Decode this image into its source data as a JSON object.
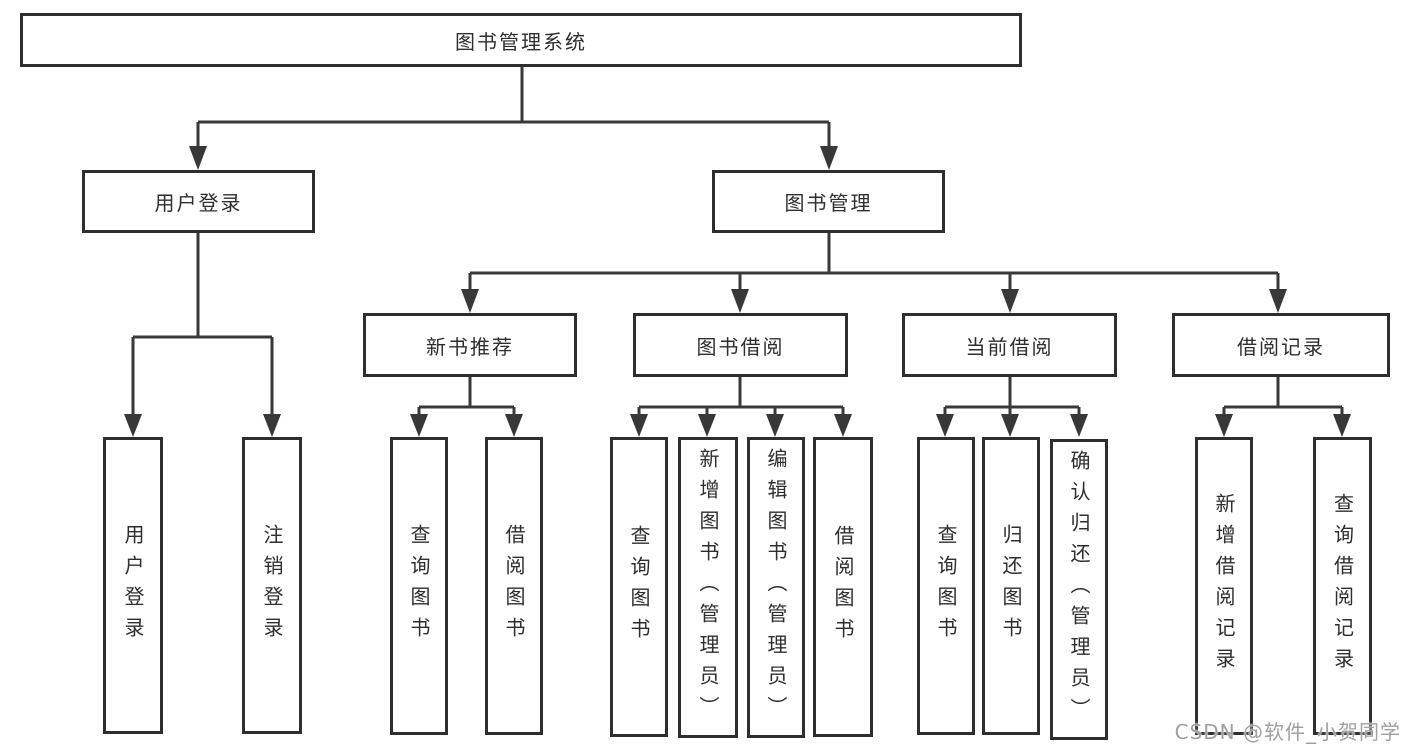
{
  "diagram_title": "图书管理系统",
  "nodes": {
    "root": "图书管理系统",
    "user_login": "用户登录",
    "book_management": "图书管理",
    "new_book_recommend": "新书推荐",
    "book_borrowing": "图书借阅",
    "current_borrowing": "当前借阅",
    "borrowing_records": "借阅记录",
    "leaf_user_login": "用户登录",
    "leaf_logout": "注销登录",
    "nb_query_books": "查询图书",
    "nb_borrow_books": "借阅图书",
    "bb_query_books": "查询图书",
    "bb_add_books_admin": "新增图书（管理员）",
    "bb_edit_books_admin": "编辑图书（管理员）",
    "bb_borrow_books": "借阅图书",
    "cb_query_books": "查询图书",
    "cb_return_books": "归还图书",
    "cb_confirm_return_admin": "确认归还（管理员）",
    "br_add_record": "新增借阅记录",
    "br_query_record": "查询借阅记录"
  },
  "hierarchy": {
    "图书管理系统": {
      "用户登录": [
        "用户登录",
        "注销登录"
      ],
      "图书管理": {
        "新书推荐": [
          "查询图书",
          "借阅图书"
        ],
        "图书借阅": [
          "查询图书",
          "新增图书（管理员）",
          "编辑图书（管理员）",
          "借阅图书"
        ],
        "当前借阅": [
          "查询图书",
          "归还图书",
          "确认归还（管理员）"
        ],
        "借阅记录": [
          "新增借阅记录",
          "查询借阅记录"
        ]
      }
    }
  },
  "watermark": "CSDN @软件_小贺同学",
  "colors": {
    "line": "#383838",
    "box_border": "#2e2e2e",
    "text": "#2e2e2e",
    "watermark": "#a0a0a0",
    "background": "#ffffff"
  }
}
